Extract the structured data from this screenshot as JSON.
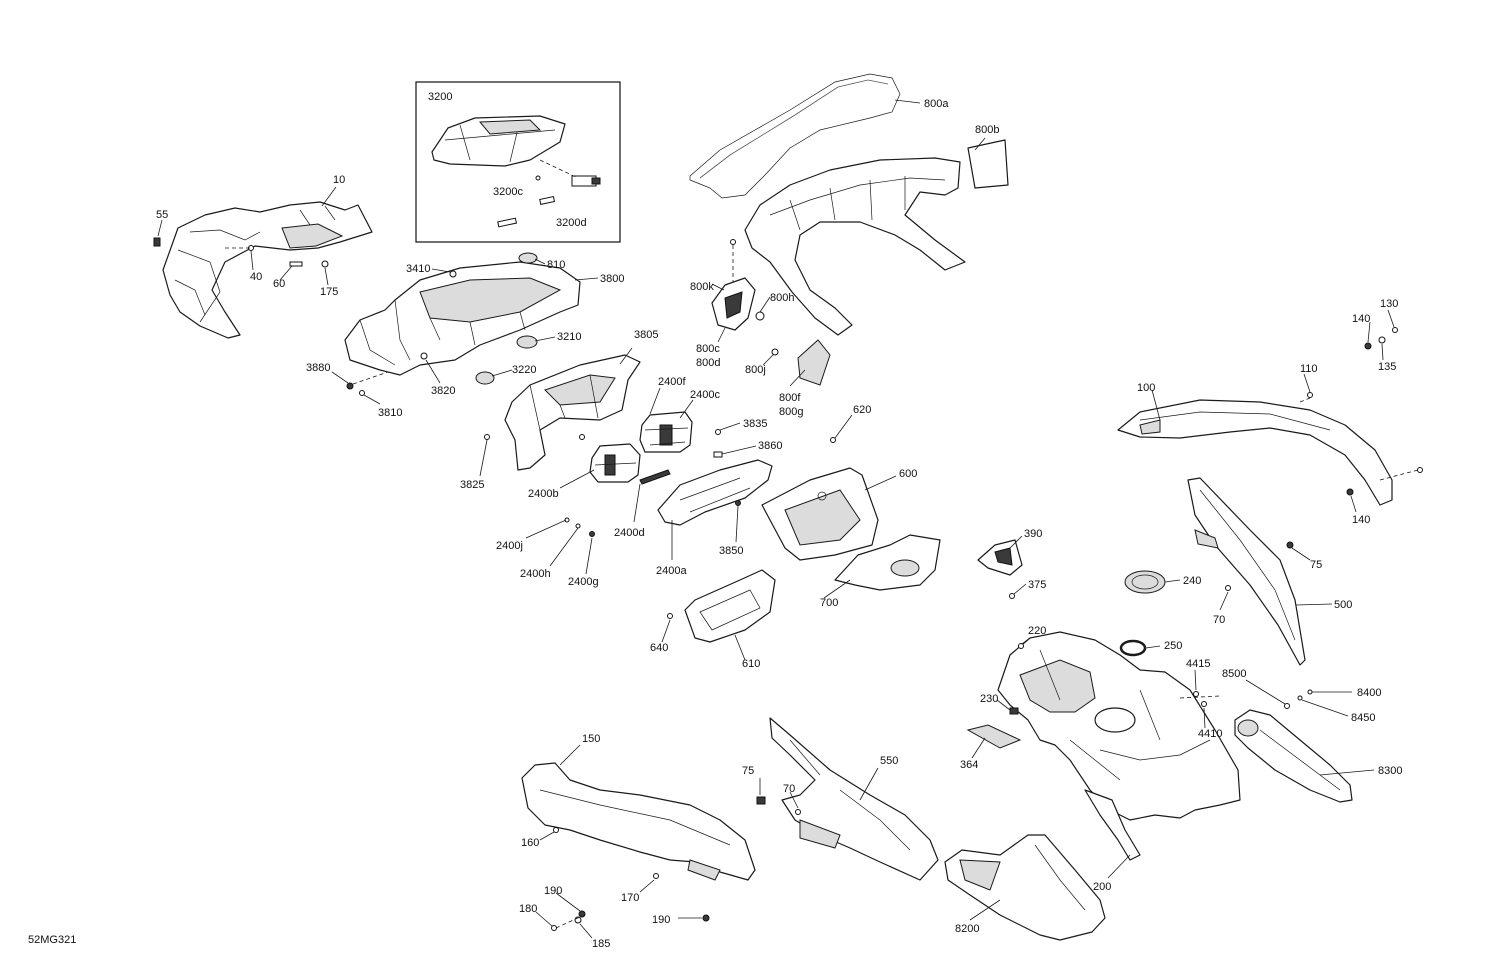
{
  "drawing_code": "52MG321",
  "callouts": {
    "c10": "10",
    "c55": "55",
    "c40": "40",
    "c60": "60",
    "c175": "175",
    "c3200": "3200",
    "c3200c": "3200c",
    "c3200d": "3200d",
    "c3410": "3410",
    "c810": "810",
    "c3800": "3800",
    "c3210": "3210",
    "c3880": "3880",
    "c3820": "3820",
    "c3810": "3810",
    "c3220": "3220",
    "c3805": "3805",
    "c3825": "3825",
    "c2400f": "2400f",
    "c2400c": "2400c",
    "c2400b": "2400b",
    "c2400d": "2400d",
    "c2400j": "2400j",
    "c2400h": "2400h",
    "c2400g": "2400g",
    "c2400a": "2400a",
    "c3835": "3835",
    "c3860": "3860",
    "c3850": "3850",
    "c800a": "800a",
    "c800b": "800b",
    "c800k": "800k",
    "c800h": "800h",
    "c800c": "800c",
    "c800d": "800d",
    "c800j": "800j",
    "c800f": "800f",
    "c800g": "800g",
    "c620": "620",
    "c600": "600",
    "c640": "640",
    "c610": "610",
    "c700": "700",
    "c390": "390",
    "c375": "375",
    "c130": "130",
    "c140a": "140",
    "c135": "135",
    "c110": "110",
    "c100": "100",
    "c140b": "140",
    "c75a": "75",
    "c500": "500",
    "c70a": "70",
    "c240": "240",
    "c250": "250",
    "c220": "220",
    "c4415": "4415",
    "c4410": "4410",
    "c230": "230",
    "c364": "364",
    "c200": "200",
    "c8500": "8500",
    "c8400": "8400",
    "c8450": "8450",
    "c8300": "8300",
    "c8200": "8200",
    "c150": "150",
    "c160": "160",
    "c170": "170",
    "c190a": "190",
    "c180": "180",
    "c185": "185",
    "c190b": "190",
    "c75b": "75",
    "c70b": "70",
    "c550": "550"
  }
}
